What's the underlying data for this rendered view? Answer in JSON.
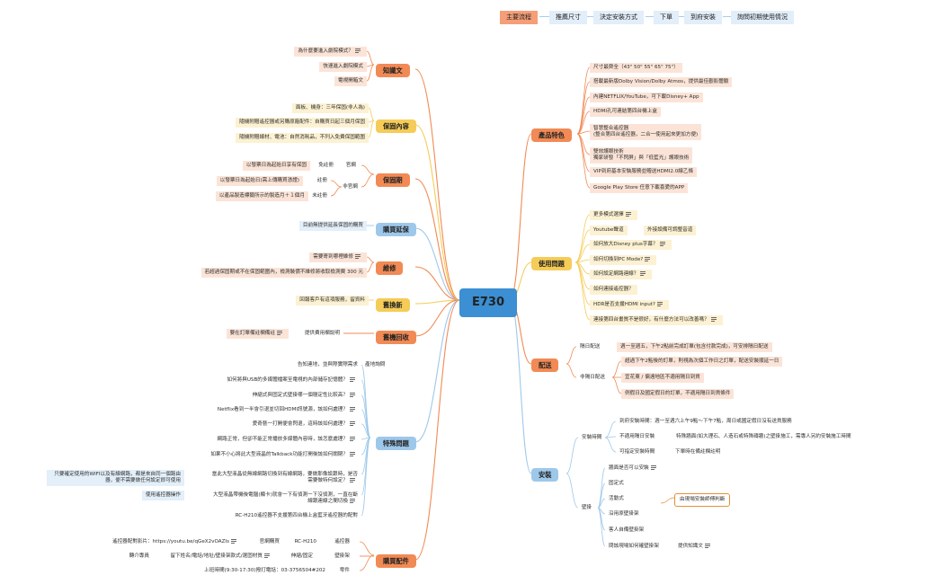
{
  "title": "E730",
  "flow": {
    "label": "主要流程",
    "steps": [
      "推薦尺寸",
      "決定安裝方式",
      "下單",
      "到府安裝",
      "詢問初期使用情況"
    ]
  },
  "colors": {
    "center": "#3b8fd2",
    "orange": "#f18a55",
    "yellow": "#f5cc57",
    "blue": "#9ec8ea",
    "light_orange": "#fbe4d7",
    "light_yellow": "#fcf1d2",
    "light_blue": "#e3eff9",
    "flow_main": "#f59e77",
    "flow_step": "#e2eef9"
  },
  "branches": {
    "knowledge": {
      "label": "知識文",
      "items": [
        "為什麼要進入劇院模式？",
        "快速進入劇院模式",
        "電視開箱文"
      ]
    },
    "warranty": {
      "label": "保固內容",
      "items": [
        "面板、機身：三年保固(非人為)",
        "隨機附贈遙控器或另購原廠配件：自購買日起三個月保固",
        "隨機附贈線材、電池：自然消耗品，不列入免費保固範圍"
      ]
    },
    "period": {
      "label": "保固期",
      "official": "官網",
      "official_sub": "免註冊",
      "official_text": "以發票日為起始日享有保固",
      "non_official": "非官網",
      "registered": "註冊",
      "registered_text": "以發票日為起始日(需上傳購買憑證)",
      "unregistered": "未註冊",
      "unregistered_text": "以產品製造標籤所示的製造月＋１個月"
    },
    "extend": {
      "label": "購買延保",
      "items": [
        "目前無提供延長保固的購買"
      ]
    },
    "repair": {
      "label": "維修",
      "items": [
        "需要寄到哪裡維修",
        "若超過保固期或不在保固範圍內，檢測裝價不維修將收取檢測費 300 元"
      ]
    },
    "tradein": {
      "label": "舊換新",
      "items": [
        "回報客戶有這項服務，留資料"
      ]
    },
    "recycle": {
      "label": "舊機回收",
      "sub": "提供費用欄說明",
      "note": "要在訂單備註欄備註"
    },
    "special": {
      "label": "特殊問題",
      "items": [
        {
          "text": "告知連地，並與際實際需求",
          "sub": "產地詢問"
        },
        {
          "text": "如何將與USB的多媒體檔案至電視的內部儲存記憶體？"
        },
        {
          "text": "伸縮式與固定式壁掛哪一個穩定性比較高？"
        },
        {
          "text": "Netflix看到一半會引退並切回HDMI訊號源，該如何處理？"
        },
        {
          "text": "愛奇藝一打開便會閃退，這時該如何處理？"
        },
        {
          "text": "網路正常，但卻不能正常播放多媒體內容時，該怎麼處理？"
        },
        {
          "text": "如果不小心將此大型液晶的Talkback功能打開後該如何關閉？"
        },
        {
          "text": "當此大型液晶從無線網路切換到有線網路，要做那像設跟時，是否需要做特何設定？",
          "note": "只要確定使用的WIFI以及有線網路，都是來自同一個路由器，便不需要做任何設定即可使用"
        },
        {
          "text": "大型液晶帶機後電腦(顯卡)就會一下有偵測一下沒偵測，一直在斷線跟連線之間切換",
          "note": "使用遙控器操作"
        },
        {
          "text": "RC-H210遙控器不支援第四台機上盒藍牙遙控器的配對"
        }
      ]
    },
    "accessory": {
      "label": "購買配件",
      "remote": "遙控器",
      "remote_model": "RC-H210",
      "remote_site": "官網購買",
      "remote_video": "遙控器配對影片：https://youtu.be/qGeX2vOAZIs",
      "mount": "壁掛架",
      "mount_kind": "伸縮/固定",
      "mount_order": "留下姓名/電話/地址/壁掛架款式/選固材質",
      "mount_transfer": "轉介專員",
      "parts": "零件",
      "parts_hotline": "上班時間(9:30-17:30)撥打電話：03-3756504#202"
    },
    "features": {
      "label": "產品特色",
      "items": [
        "尺寸最齊全（43\" 50\" 55\" 65\" 75\"）",
        "搭載最新版Dolby Vision/Dolby Atmos，提供最佳觀影體驗",
        "內建NETFLIX/YouTube，可下載Disney+ App",
        "HDMI孔可連結第四台機上盒",
        "智慧整合遙控器\n(整合第四台遙控器，二合一使用起來更加方便)",
        "雙效護眼技術\n獨家研發「不閃屏」與「低藍光」護眼技術",
        "VIP到府基本安裝服務並贈送HDMI2.0線乙條",
        "Google Play Store 任意下載喜愛的APP"
      ]
    },
    "faq": {
      "label": "使用問題",
      "items": [
        {
          "text": "更多模式選擇",
          "memo": true
        },
        {
          "text": "Youtube聲道",
          "sub": "外接設備可調整音道"
        },
        {
          "text": "如何放大Disney plus字幕？",
          "memo": true
        },
        {
          "text": "如何切換到PC Mode?",
          "memo": true
        },
        {
          "text": "如何設定網路連線？",
          "memo": true
        },
        {
          "text": "如何連接遙控器？"
        },
        {
          "text": "HDR是否支援HDMI input?",
          "memo": true
        },
        {
          "text": "連接第四台畫質不是很好，有什麼方法可以改善嗎？",
          "memo": true
        }
      ]
    },
    "delivery": {
      "label": "配送",
      "next_day": "隔日配送",
      "next_day_text": "週一至週五，下午2點前完成訂單(包含付款完成)，可安排隔日配送",
      "non_next": "非隔日配送",
      "items": [
        "超過下午2點後的訂單，則視為次個工作日之訂單，配送安裝順延一日",
        "宜花東 / 偏遠地區不適用隔日到貨",
        "例假日及國定假日的訂單，不適用隔日到貨條件"
      ]
    },
    "install": {
      "label": "安裝",
      "time": "安裝時間",
      "time_items": [
        {
          "text": "到府安裝時間：週一至週六上午9點～下午7點，周日或國定假日沒有送貨服務"
        },
        {
          "text": "不適用隔日安裝",
          "sub": "特殊牆面(如大理石、人造石或特殊磚牆)之壁掛施工，需專人另約安裝施工時間"
        },
        {
          "text": "可指定安裝時間",
          "sub": "下單時在備註欄註明"
        }
      ],
      "wall": "壁掛",
      "wall_items": [
        "牆面是否可以安裝",
        "固定式",
        "活動式",
        "沿用原壁掛架",
        "客人自備壁掛架",
        "問該現場如何確壁掛架"
      ],
      "wall_result": "由現場安裝師傅判斷",
      "wall_last_sub": "提供知識文"
    }
  }
}
